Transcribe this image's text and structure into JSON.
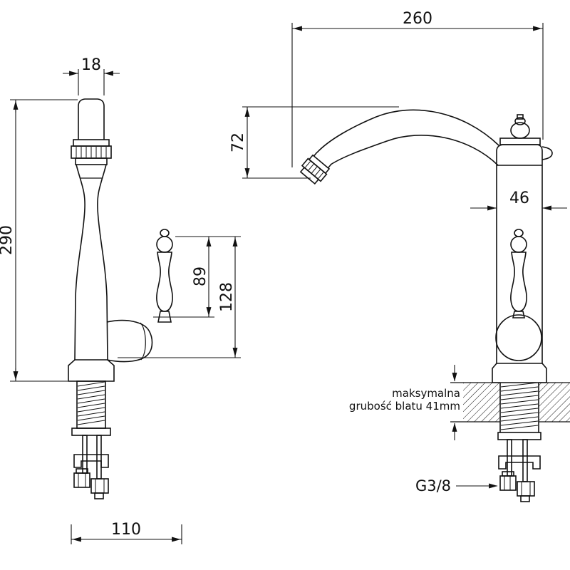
{
  "page": {
    "background": "#ffffff",
    "line_color": "#111111"
  },
  "drawing": {
    "type": "faucet-technical-drawing",
    "front_view": {
      "spout_width": "18",
      "total_height": "290",
      "handle_height": "89",
      "handle_total_height": "128",
      "base_width": "110"
    },
    "side_view": {
      "spout_reach": "260",
      "spout_drop": "72",
      "body_width": "46",
      "counter_note_line1": "maksymalna",
      "counter_note_line2": "grubość blatu 41mm",
      "thread_size": "G3/8"
    }
  }
}
